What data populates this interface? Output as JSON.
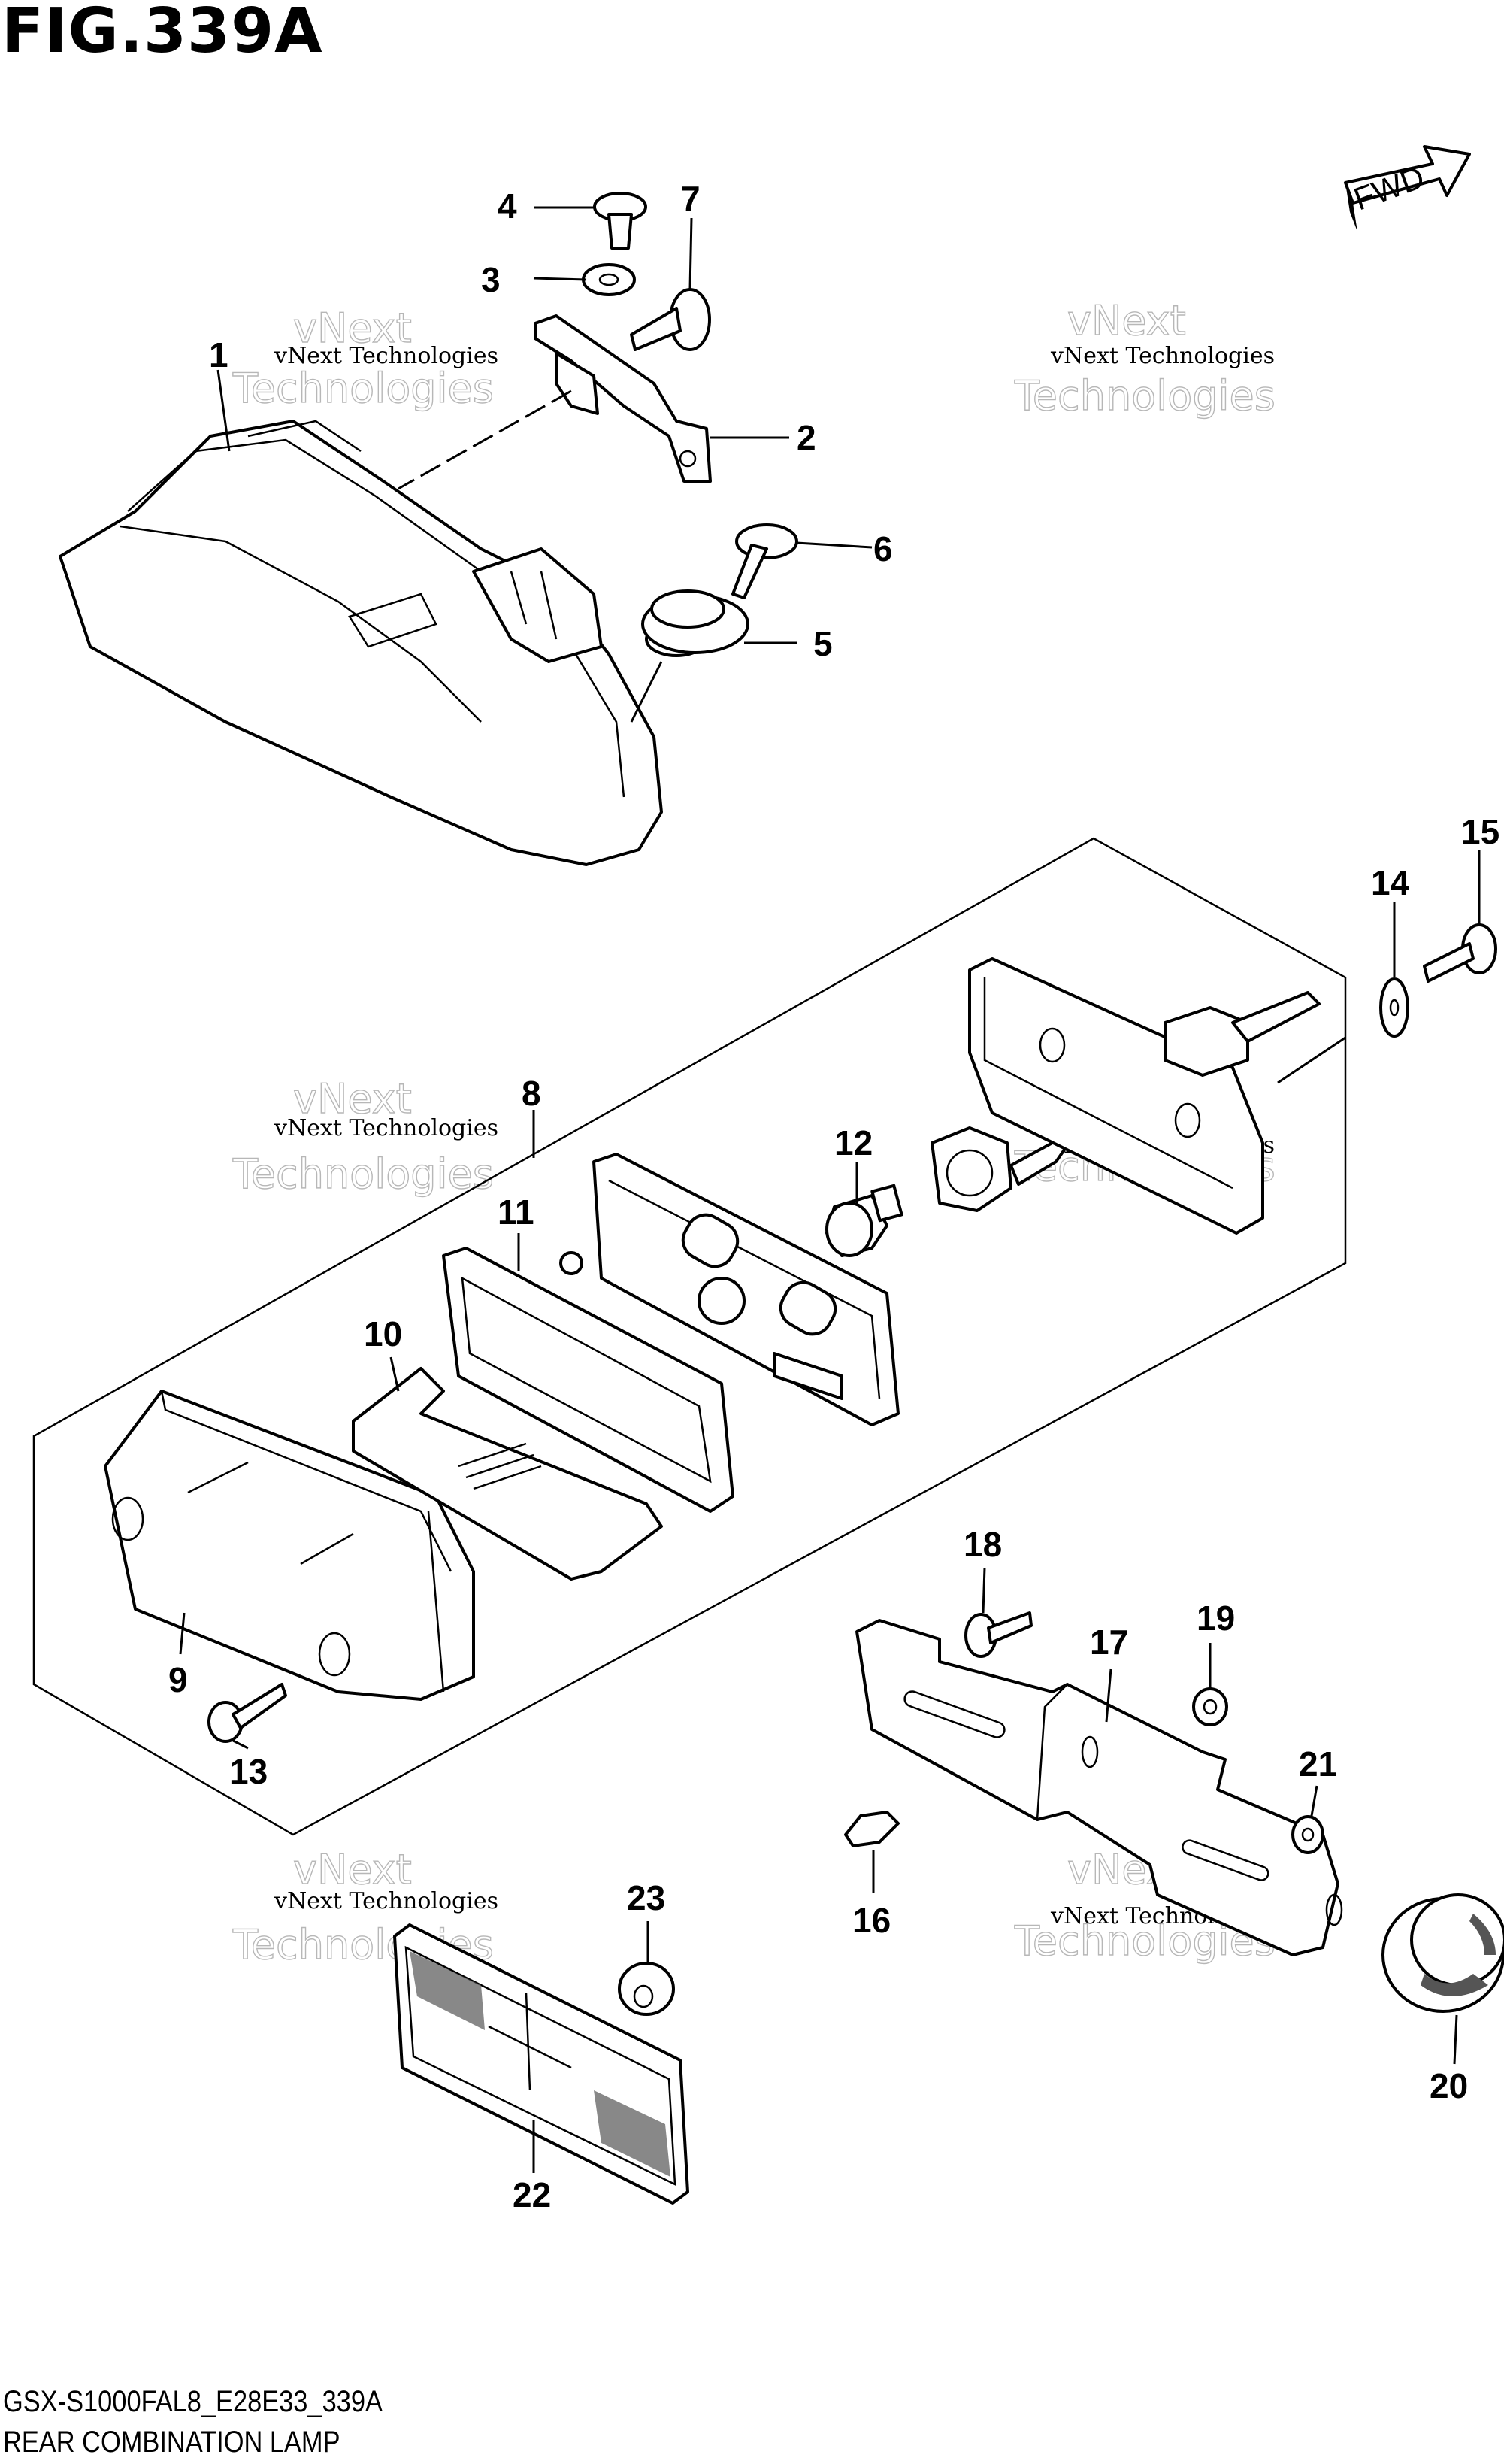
{
  "figure": {
    "title": "FIG.339A",
    "fwd_label": "FWD"
  },
  "footer": {
    "code": "GSX-S1000FAL8_E28E33_339A",
    "name": "REAR COMBINATION LAMP"
  },
  "watermark": {
    "line1": "vNext Technologies",
    "line2": "vNext",
    "line3": "Technologies"
  },
  "callouts": [
    "1",
    "2",
    "3",
    "4",
    "5",
    "6",
    "7",
    "8",
    "9",
    "10",
    "11",
    "12",
    "13",
    "14",
    "15",
    "16",
    "17",
    "18",
    "19",
    "20",
    "21",
    "22",
    "23"
  ]
}
